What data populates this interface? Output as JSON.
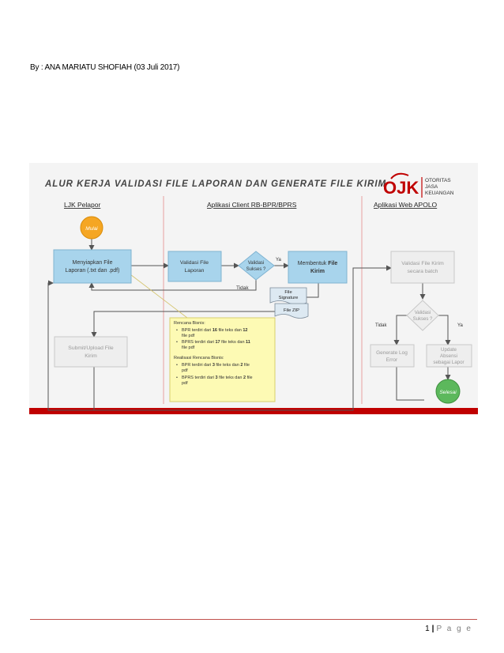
{
  "header": {
    "author_line": "By : ANA MARIATU SHOFIAH (03 Juli 2017)"
  },
  "diagram": {
    "title": "ALUR KERJA VALIDASI FILE LAPORAN DAN GENERATE FILE KIRIM",
    "logo": {
      "mark": "OJK",
      "line1": "OTORITAS",
      "line2": "JASA",
      "line3": "KEUANGAN"
    },
    "lanes": [
      "LJK Pelapor",
      "Aplikasi Client RB-BPR/BPRS",
      "Aplikasi Web APOLO"
    ],
    "start_label": "Mulai",
    "end_label": "Selesai",
    "boxes": {
      "prepare_line1": "Menyiapkan File",
      "prepare_line2": "Laporan (.txt dan .pdf)",
      "validate_line1": "Validasi File",
      "validate_line2": "Laporan",
      "form_line1_a": "Membentuk ",
      "form_line1_b": "File",
      "form_line2": "Kirim",
      "upload_line1": "Submit/Upload File",
      "upload_line2": "Kirim",
      "batch_line1": "Validasi File Kirim",
      "batch_line2": "secara batch",
      "genlog_line1": "Generate Log",
      "genlog_line2": "Error",
      "update_line1": "Update",
      "update_line2": "Absensi",
      "update_line3": "sebagai Lapor"
    },
    "decisions": {
      "client_line1": "Validasi",
      "client_line2": "Sukses ?",
      "apolo_line1": "Validasi",
      "apolo_line2": "Sukses ?"
    },
    "labels": {
      "ya1": "Ya",
      "tidak1": "Tidak",
      "tidak2": "Tidak",
      "ya2": "Ya"
    },
    "files": {
      "signature_line1": "File",
      "signature_line2": "Signature",
      "zip": "File ZIP"
    },
    "note": {
      "plan_title": "Rencana Bisnis:",
      "plan_b1_a": "BPR terdiri dari ",
      "plan_b1_b": "16",
      "plan_b1_c": " file teks dan ",
      "plan_b1_d": "12",
      "plan_b1_e": "file pdf",
      "plan_b2_a": "BPRS terdiri dari ",
      "plan_b2_b": "17",
      "plan_b2_c": " file teks dan ",
      "plan_b2_d": "11",
      "plan_b2_e": "file pdf",
      "real_title": "Realisasi Rencana Bisnis:",
      "real_b1_a": "BPR terdiri dari ",
      "real_b1_b": "3",
      "real_b1_c": " file teks dan ",
      "real_b1_d": "2",
      "real_b1_e": " file",
      "real_b1_f": "pdf",
      "real_b2_a": "BPRS terdiri dari ",
      "real_b2_b": "3",
      "real_b2_c": " file teks dan ",
      "real_b2_d": "2",
      "real_b2_e": " file",
      "real_b2_f": "pdf"
    }
  },
  "footer": {
    "page_number": "1",
    "separator": "|",
    "page_word": "P a g e"
  }
}
